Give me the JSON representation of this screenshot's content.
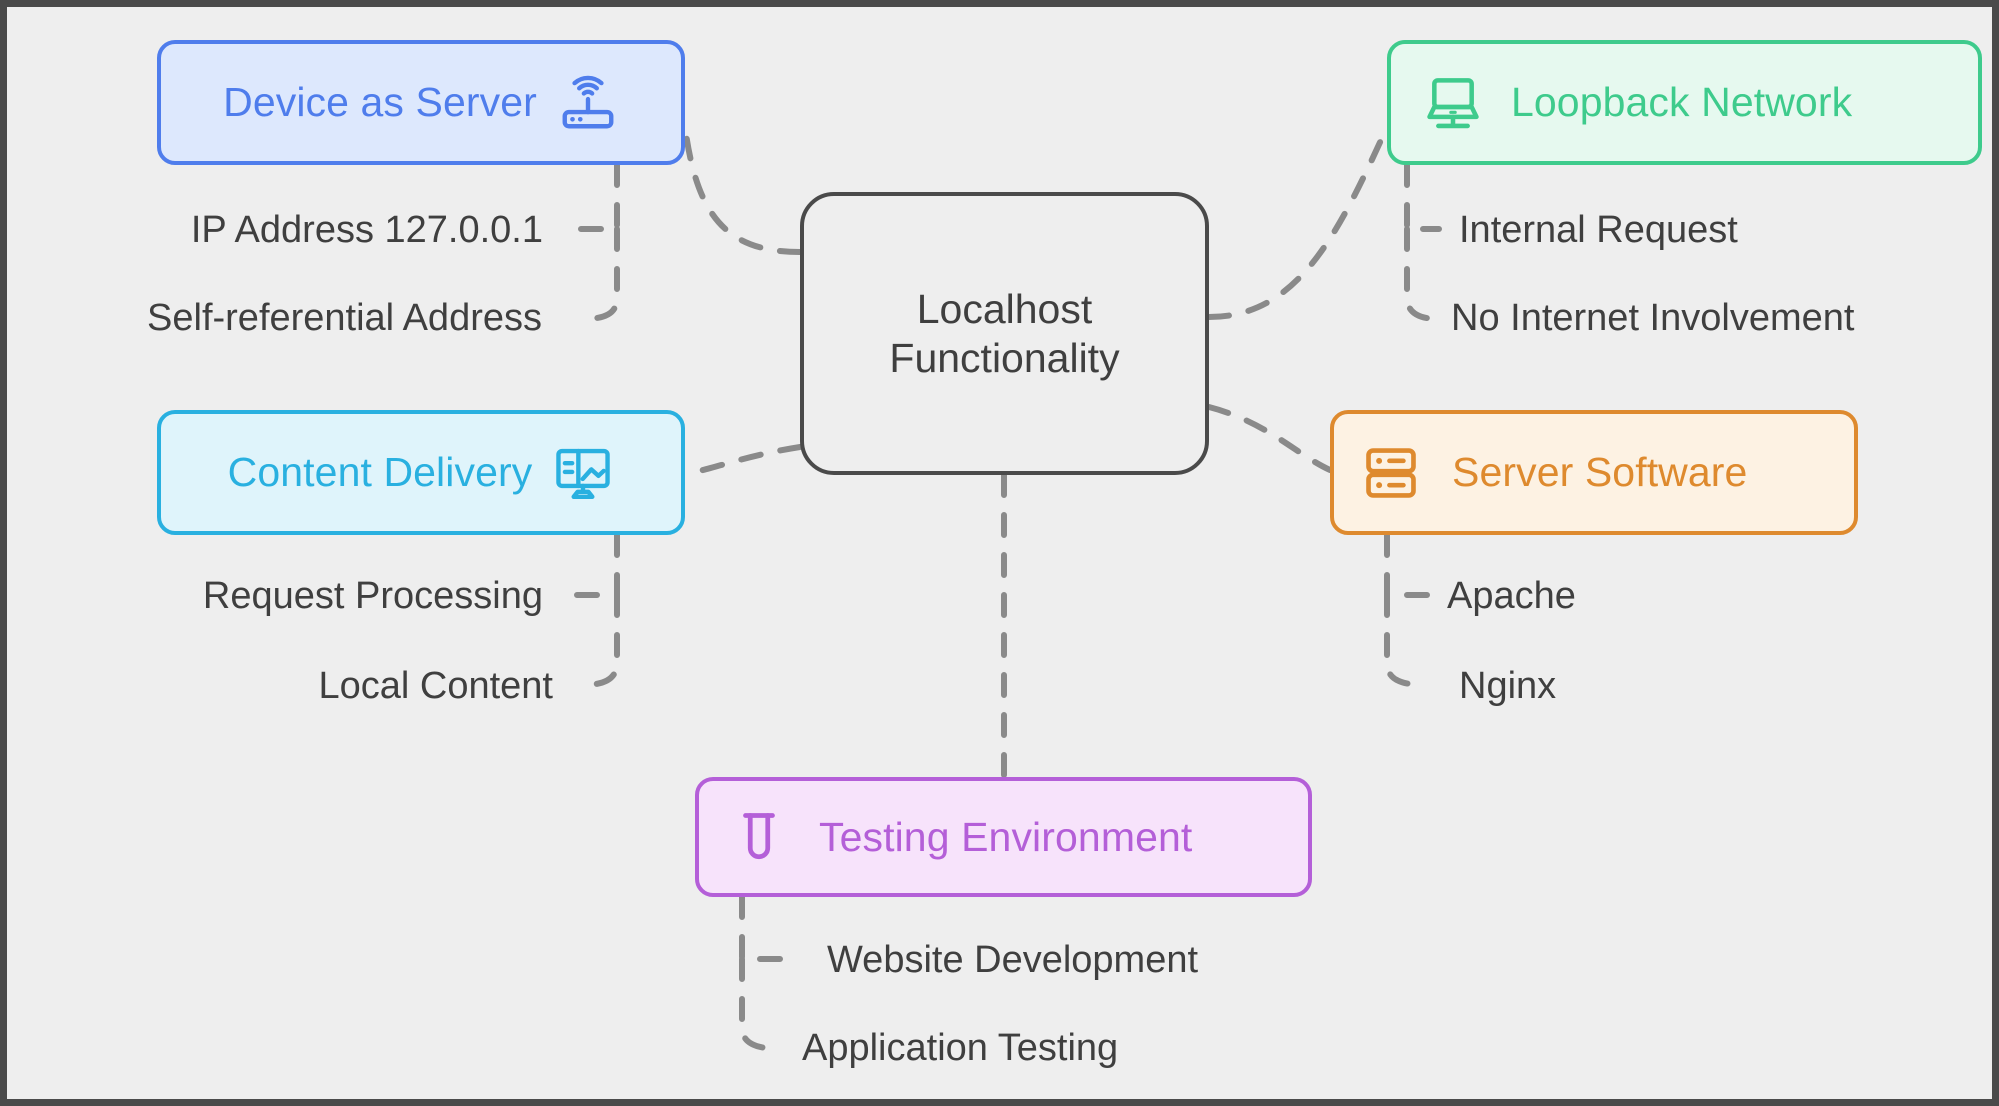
{
  "diagram": {
    "title": "Localhost Functionality",
    "background_color": "#eeeeee",
    "frame_border_color": "#4a4a4a",
    "connector_color": "#8a8a8a"
  },
  "central": {
    "line1": "Localhost",
    "line2": "Functionality",
    "text_color": "#3f3f3f",
    "border_color": "#4a4a4a",
    "fill_color": "#eeeeee"
  },
  "branches": [
    {
      "id": "device",
      "label": "Device as Server",
      "icon": "router-icon",
      "accent_color": "#4f7dec",
      "fill_color": "#dde8fd",
      "leaves": [
        "IP Address 127.0.0.1",
        "Self-referential Address"
      ]
    },
    {
      "id": "loopback",
      "label": "Loopback Network",
      "icon": "laptop-icon",
      "accent_color": "#3ecb8c",
      "fill_color": "#e6f9ef",
      "leaves": [
        "Internal Request",
        "No Internet Involvement"
      ]
    },
    {
      "id": "content",
      "label": "Content Delivery",
      "icon": "monitor-layout-icon",
      "accent_color": "#29b0e0",
      "fill_color": "#dff4fb",
      "leaves": [
        "Request Processing",
        "Local Content"
      ]
    },
    {
      "id": "server",
      "label": "Server Software",
      "icon": "server-rack-icon",
      "accent_color": "#de8a2e",
      "fill_color": "#fdf2e3",
      "leaves": [
        "Apache",
        "Nginx"
      ]
    },
    {
      "id": "testing",
      "label": "Testing Environment",
      "icon": "test-tube-icon",
      "accent_color": "#b45fd8",
      "fill_color": "#f7e3fb",
      "leaves": [
        "Website Development",
        "Application Testing"
      ]
    }
  ]
}
